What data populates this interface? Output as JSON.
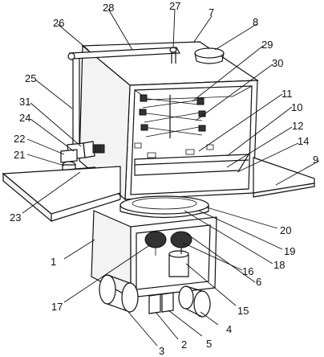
{
  "callouts": [
    {
      "text": "1"
    },
    {
      "text": "2"
    },
    {
      "text": "3"
    },
    {
      "text": "4"
    },
    {
      "text": "5"
    },
    {
      "text": "6"
    },
    {
      "text": "7"
    },
    {
      "text": "8"
    },
    {
      "text": "9"
    },
    {
      "text": "10"
    },
    {
      "text": "11"
    },
    {
      "text": "12"
    },
    {
      "text": "14"
    },
    {
      "text": "15"
    },
    {
      "text": "16"
    },
    {
      "text": "17"
    },
    {
      "text": "18"
    },
    {
      "text": "19"
    },
    {
      "text": "20"
    },
    {
      "text": "21"
    },
    {
      "text": "22"
    },
    {
      "text": "23"
    },
    {
      "text": "24"
    },
    {
      "text": "25"
    },
    {
      "text": "26"
    },
    {
      "text": "27"
    },
    {
      "text": "28"
    },
    {
      "text": "29"
    },
    {
      "text": "30"
    },
    {
      "text": "31"
    }
  ]
}
